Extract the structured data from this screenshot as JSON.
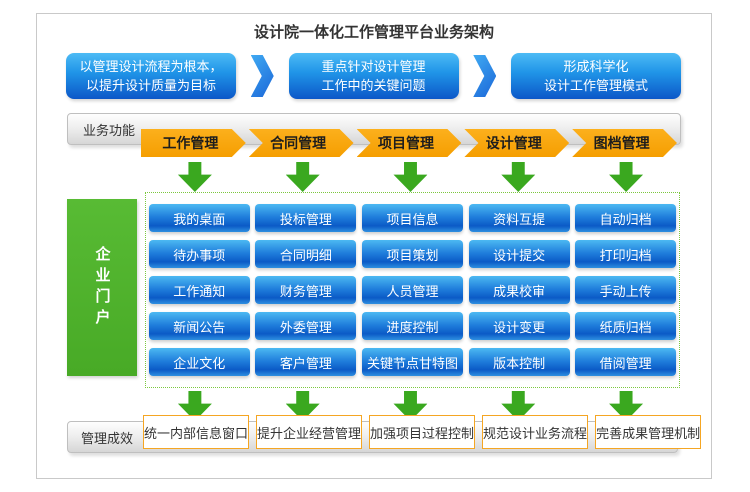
{
  "title": "设计院一体化工作管理平台业务架构",
  "goals": {
    "items": [
      {
        "line1": "以管理设计流程为根本，",
        "line2": "以提升设计质量为目标"
      },
      {
        "line1": "重点针对设计管理",
        "line2": "工作中的关键问题"
      },
      {
        "line1": "形成科学化",
        "line2": "设计工作管理模式"
      }
    ]
  },
  "business_functions": {
    "label": "业务功能",
    "categories": [
      "工作管理",
      "合同管理",
      "项目管理",
      "设计管理",
      "图档管理"
    ]
  },
  "portal": {
    "label": "企业门户"
  },
  "modules": {
    "columns": [
      [
        "我的桌面",
        "待办事项",
        "工作通知",
        "新闻公告",
        "企业文化"
      ],
      [
        "投标管理",
        "合同明细",
        "财务管理",
        "外委管理",
        "客户管理"
      ],
      [
        "项目信息",
        "项目策划",
        "人员管理",
        "进度控制",
        "关键节点甘特图"
      ],
      [
        "资料互提",
        "设计提交",
        "成果校审",
        "设计变更",
        "版本控制"
      ],
      [
        "自动归档",
        "打印归档",
        "手动上传",
        "纸质归档",
        "借阅管理"
      ]
    ]
  },
  "results": {
    "label": "管理成效",
    "items": [
      "统一内部信息窗口",
      "提升企业经营管理",
      "加强项目过程控制",
      "规范设计业务流程",
      "完善成果管理机制"
    ]
  },
  "colors": {
    "goal_box_blue_top": "#4dbbf5",
    "goal_box_blue_bottom": "#0c57c8",
    "banner_orange": "#f59e00",
    "arrow_green": "#3aa81f",
    "portal_green": "#4db02a",
    "button_blue_top": "#4cb9f2",
    "button_blue_bottom": "#0b5ac6",
    "result_border_orange": "#f5a623",
    "dotted_border_green": "#7cc83e"
  }
}
